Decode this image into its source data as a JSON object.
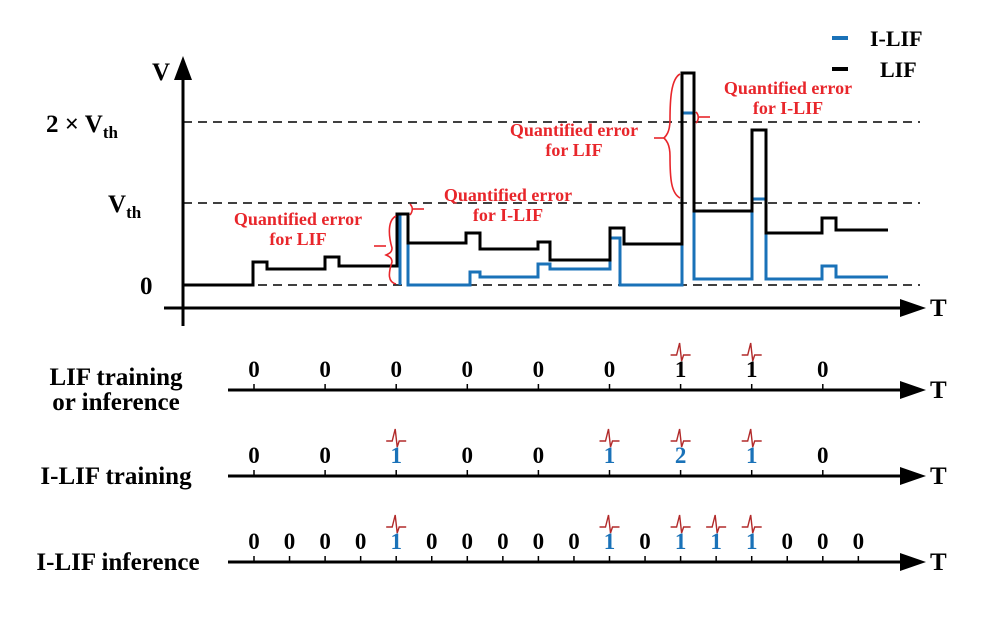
{
  "legend": [
    {
      "label": "I-LIF",
      "color": "#1a72b8"
    },
    {
      "label": "LIF",
      "color": "#000000"
    }
  ],
  "axis": {
    "y_label": "V",
    "x_label": "T",
    "ticks": {
      "two_vth_prefix": "2 × V",
      "vth_prefix": "V",
      "sub": "th",
      "zero": "0"
    }
  },
  "annotations": {
    "lif_1": [
      "Quantified error",
      "for LIF"
    ],
    "ilif_1": [
      "Quantified error",
      "for I-LIF"
    ],
    "lif_2": [
      "Quantified error",
      "for LIF"
    ],
    "ilif_2": [
      "Quantified error",
      "for I-LIF"
    ]
  },
  "rows": [
    {
      "label_lines": [
        "LIF training",
        "or inference"
      ],
      "axis_end_label": "T",
      "values": [
        "0",
        "0",
        "0",
        "0",
        "0",
        "0",
        "1",
        "1",
        "0"
      ],
      "spike_color": "#b22a2a"
    },
    {
      "label_lines": [
        "I-LIF training"
      ],
      "axis_end_label": "T",
      "values": [
        "0",
        "0",
        "1",
        "0",
        "0",
        "1",
        "2",
        "1",
        "0"
      ],
      "spike_color": "#b22a2a"
    },
    {
      "label_lines": [
        "I-LIF inference"
      ],
      "axis_end_label": "T",
      "values": [
        "0",
        "0",
        "0",
        "0",
        "1",
        "0",
        "0",
        "0",
        "0",
        "0",
        "1",
        "0",
        "1",
        "1",
        "1",
        "0",
        "0",
        "0"
      ],
      "spike_color": "#b22a2a"
    }
  ],
  "colors": {
    "ilif": "#1a72b8",
    "lif": "#000000",
    "annotation": "#e8262b",
    "spike": "#b22a2a"
  }
}
